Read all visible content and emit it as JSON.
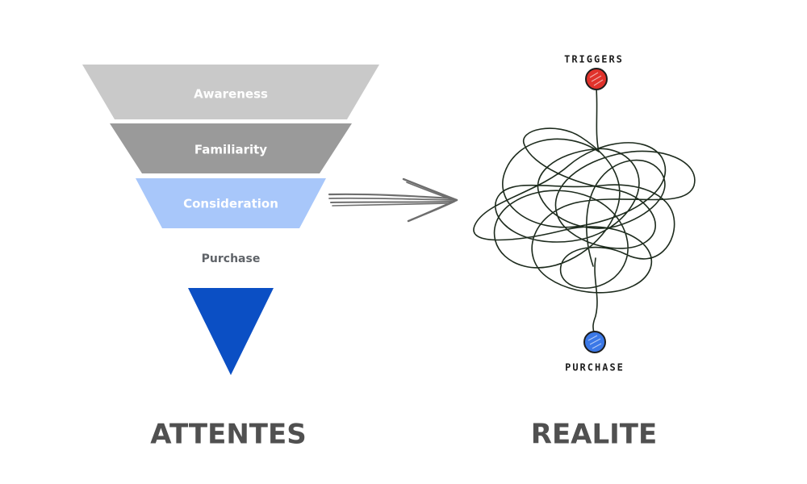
{
  "funnel": {
    "stages": [
      {
        "label": "Awareness",
        "color": "#c9c9c9"
      },
      {
        "label": "Familiarity",
        "color": "#9a9a9a"
      },
      {
        "label": "Consideration",
        "color": "#a8c7fa"
      }
    ],
    "purchase": {
      "label": "Purchase",
      "color": "#0b4fc4",
      "label_color": "#5f6368"
    }
  },
  "journey": {
    "start_label": "TRIGGERS",
    "end_label": "PURCHASE",
    "start_color": "#e0322b",
    "end_color": "#3b78e7"
  },
  "captions": {
    "left": "ATTENTES",
    "right": "REALITE",
    "color": "#505050"
  }
}
